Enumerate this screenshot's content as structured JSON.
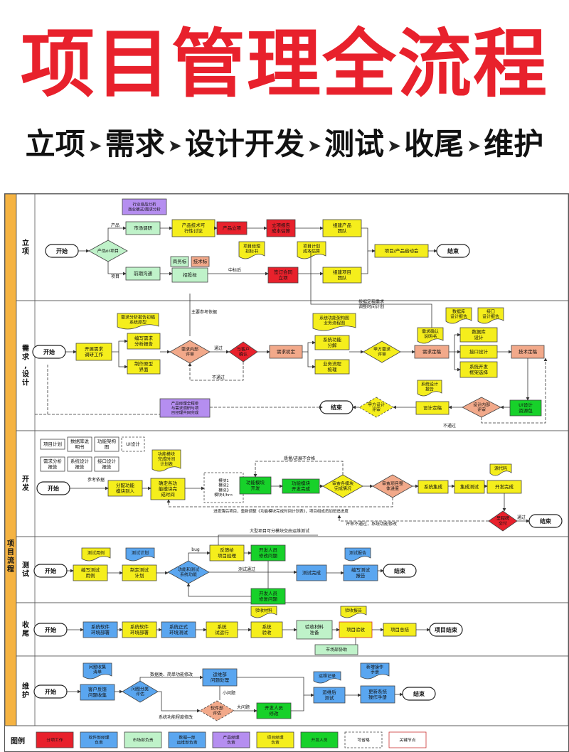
{
  "header": {
    "title": "项目管理全流程",
    "phases": [
      "立项",
      "需求",
      "设计开发",
      "测试",
      "收尾",
      "维护"
    ]
  },
  "side_label": "项目流程",
  "colors": {
    "red": "#e8212c",
    "yellow": "#f5ee1c",
    "green": "#17d12a",
    "blue": "#5aa6f0",
    "purple": "#b58ef0",
    "salmon": "#f2a98a",
    "lightgreen": "#bff2c9",
    "lightyellow": "#fff6a8"
  },
  "lanes": [
    {
      "label": "立项"
    },
    {
      "label": "需求，设计"
    },
    {
      "label": "开发"
    },
    {
      "label": "测试"
    },
    {
      "label": "收尾"
    },
    {
      "label": "维护"
    }
  ],
  "nodes": {
    "p_start": "开始",
    "p_decision": "产品or项目",
    "p_market": "市场调研",
    "p_analysis": "行业竞品分析\n商业模式/需求分析",
    "p_feasible": "产品技术可\n行性讨论",
    "p_approve": "产品立项",
    "p_report": "立项报告\n成本估算",
    "p_team1": "组建产品\n团队",
    "p_early": "前期沟通",
    "p_biz": "商务标",
    "p_tech": "技术标",
    "p_bid": "招投标",
    "p_contract": "签订合同\n立项",
    "p_team2": "组建项目\n团队",
    "p_kickoff": "项目经理\n招标书",
    "p_plan": "项目计划\n成本估算",
    "p_meet": "项目/产品启动会",
    "p_end": "结束",
    "p_product": "产品",
    "p_project": "项目",
    "p_winbid": "中标后",
    "r_start": "开始",
    "r_research": "开展需求\n调研工作",
    "r_report": "编写需求\n分析报告",
    "r_prototype": "制作原型\n界面",
    "r_template": "需求分析报告初稿\n系统原型",
    "r_review": "需求内部\n评审",
    "r_client": "与客户\n确认",
    "r_confirm": "需求初定",
    "r_func": "系统功能\n分解",
    "r_flow": "业务流程\n梳理",
    "r_funcdoc": "系统功能架构图\n业务流程图",
    "r_review2": "甲方需求\n评审",
    "r_confirm2": "需求确认\n说明书",
    "r_final": "需求定稿",
    "r_db": "数据库\n设计",
    "r_ui": "接口设计",
    "r_dev": "系统开发\n框架选择",
    "r_dbdoc": "数据库\n设计报告",
    "r_apidoc": "接口\n设计报告",
    "r_tech": "技术定稿",
    "r_design_review": "设计内部\n评审",
    "r_design_final": "设计定稿",
    "r_sysdoc": "系统设计\n报告",
    "r_client_review": "甲方设计\n评审",
    "r_pass": "UI设计\n资源包",
    "r_end": "结束",
    "r_note": "产品经理全程参\n与需求调研与项\n目经理共同完成",
    "r_main": "主要参考依据",
    "r_passlabel": "通过",
    "r_fail": "不通过",
    "r_fail2": "不通过",
    "r_adjust": "根据定稿需求\n调整时间计划",
    "d_start": "开始",
    "d_plan": "项目计划",
    "d_db": "数据库说\n明书",
    "d_arch": "功能架构\n图",
    "d_ui": "UI设计",
    "d_req": "需求分析\n报告",
    "d_sys": "系统设计\n报告",
    "d_api": "接口设计\n报告",
    "d_ref": "参考依据",
    "d_assign": "分配功能\n模块到人",
    "d_devlist": "功能模块\n完成时间\n计划表",
    "d_confirm": "确定各功\n能模块完\n成时间",
    "d_modules": "模块1\n模块2\n模块3\n模块4/hr>",
    "d_dev": "功能模块\n开发",
    "d_done": "功能模块\n开发完成",
    "d_check": "审查各模块\n完成情况",
    "d_daily": "审查项目整\n体进度",
    "d_integrate": "系统集成",
    "d_test": "集成测试",
    "d_deploy": "开发完成",
    "d_code": "源代码",
    "d_stage": "里程碑\n交付",
    "d_end": "结束",
    "d_quality": "质量/进展不合格",
    "d_delay": "进度落后项目，重新调整《功能模块完成时间计划表》，项目组成员加班追进度",
    "d_eval": "评审不通过，系统功能修改",
    "d_big": "大型项目可分模块交由运维测试",
    "d_pass": "通过",
    "t_start": "开始",
    "t_case": "测试用例",
    "t_write": "编写测试\n用例",
    "t_plan": "测试计划",
    "t_make": "制定测试\n计划",
    "t_sys": "功能和测试\n系统功能",
    "t_feedback": "反馈给\n项目经理",
    "t_bug": "开发人员\n修改问题",
    "t_dev": "开发人员\n修复问题",
    "t_retest": "测试完成",
    "t_report": "测试报告",
    "t_write_report": "编写测试\n报告",
    "t_end": "结束",
    "t_buglabel": "bug",
    "t_passlabel": "测试通过",
    "c_start": "开始",
    "c_deploy": "系统软件\n环境部署",
    "c_software": "系统软件\n环境部署",
    "c_formal": "系统正式\n环境测试",
    "c_trial": "系统\n试运行",
    "c_accept": "系统\n验收",
    "c_doc": "验收材料",
    "c_prepare": "验收材料\n准备",
    "c_report": "验收报告",
    "c_acceptance": "项目验收",
    "c_summary": "项目总结",
    "c_end": "项目结束",
    "c_help": "市场部协助",
    "m_start": "开始",
    "m_issue": "问题收集\n清单",
    "m_collect": "客户反馈\n问题收集",
    "m_eval": "问题分类\n评估",
    "m_small": "数据类、简单功能修改",
    "m_dev": "运维部\n问题处理",
    "m_minor": "小问题",
    "m_judge": "软件部\n评估",
    "m_big": "大问题",
    "m_fix": "开发人员\n修改",
    "m_record": "运维记录",
    "m_test": "运维后\n测试",
    "m_doc": "新增操作\n手册",
    "m_update": "更新系统\n操作手册",
    "m_end": "结束",
    "m_sysfix": "系统功能程度修改"
  },
  "legend": {
    "title": "图例",
    "items": [
      "分项工作",
      "软件部经理\n负责",
      "市场部负责",
      "数据一部\n运维部负责",
      "产品经理\n负责",
      "项目经理\n负责",
      "开发人员",
      "可省略",
      "关键节点"
    ]
  }
}
